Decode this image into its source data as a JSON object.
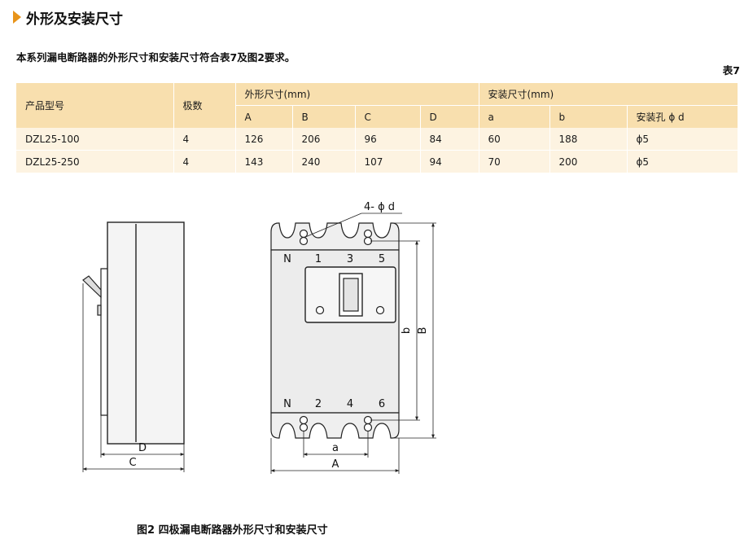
{
  "section": {
    "title": "外形及安装尺寸"
  },
  "intro_text": "本系列漏电断路器的外形尺寸和安装尺寸符合表7及图2要求。",
  "table_label": "表7",
  "table": {
    "headers": {
      "model": "产品型号",
      "poles": "极数",
      "outline_group": "外形尺寸(mm)",
      "install_group": "安装尺寸(mm)",
      "outline_cols": [
        "A",
        "B",
        "C",
        "D"
      ],
      "install_cols": [
        "a",
        "b",
        "安装孔 ϕ d"
      ]
    },
    "rows": [
      {
        "model": "DZL25-100",
        "poles": "4",
        "A": "126",
        "B": "206",
        "C": "96",
        "D": "84",
        "a": "60",
        "b": "188",
        "hole": "ϕ5"
      },
      {
        "model": "DZL25-250",
        "poles": "4",
        "A": "143",
        "B": "240",
        "C": "107",
        "D": "94",
        "a": "70",
        "b": "200",
        "hole": "ϕ5"
      }
    ]
  },
  "drawing": {
    "hole_callout": "4- ϕ d",
    "top_terminals": [
      "N",
      "1",
      "3",
      "5"
    ],
    "bottom_terminals": [
      "N",
      "2",
      "4",
      "6"
    ],
    "dims": {
      "A": "A",
      "B": "B",
      "C": "C",
      "D": "D",
      "a": "a",
      "b": "b"
    }
  },
  "caption": "图2 四极漏电断路器外形尺寸和安装尺寸",
  "colors": {
    "accent": "#e8941a",
    "header_bg": "#f8dfae",
    "row_bg": "#fdf3e1"
  }
}
